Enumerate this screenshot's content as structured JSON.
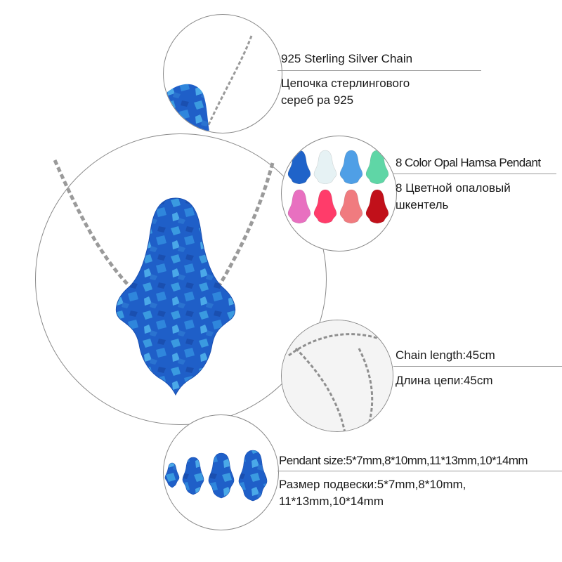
{
  "callouts": {
    "chain": {
      "title_en": "925 Sterling Silver Chain",
      "title_ru_line1": "Цепочка стерлингового",
      "title_ru_line2": "сереб ра 925"
    },
    "colors": {
      "title_en": "8 Color Opal Hamsa Pendant",
      "title_ru_line1": "8 Цветной опаловый",
      "title_ru_line2": "шкентель",
      "swatches": [
        "#1f63c9",
        "#e6f2f4",
        "#4f9fe6",
        "#5fd6a6",
        "#e870c0",
        "#ff3c6a",
        "#f07b7f",
        "#c1101a"
      ]
    },
    "length": {
      "title_en": "Chain length:45cm",
      "title_ru": "Длина цепи:45cm"
    },
    "size": {
      "title_en": "Pendant size:5*7mm,8*10mm,11*13mm,10*14mm",
      "title_ru_line1": "Размер подвески:5*7mm,8*10mm,",
      "title_ru_line2": "11*13mm,10*14mm"
    }
  },
  "colors": {
    "opal_blue": "#1f5fc8",
    "opal_light": "#3a9ae0",
    "circle_border": "#8a8a8a",
    "chain": "#9a9a9a"
  }
}
